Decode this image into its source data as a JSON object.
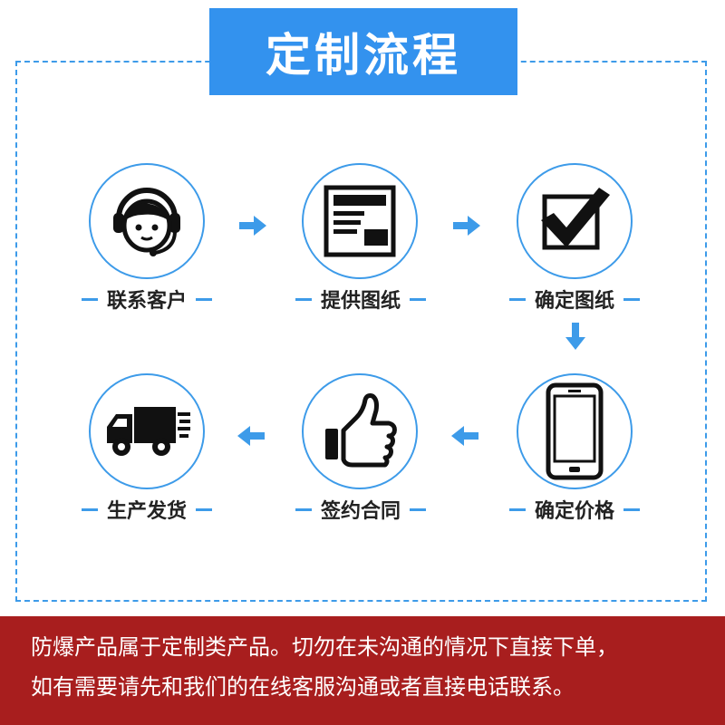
{
  "title": "定制流程",
  "steps": [
    {
      "label": "联系客户",
      "icon": "headset-agent-icon"
    },
    {
      "label": "提供图纸",
      "icon": "drawing-document-icon"
    },
    {
      "label": "确定图纸",
      "icon": "checkbox-check-icon"
    },
    {
      "label": "确定价格",
      "icon": "smartphone-icon"
    },
    {
      "label": "签约合同",
      "icon": "thumbs-up-icon"
    },
    {
      "label": "生产发货",
      "icon": "delivery-truck-icon"
    }
  ],
  "footer": {
    "line1": "防爆产品属于定制类产品。切勿在未沟通的情况下直接下单，",
    "line2": "如有需要请先和我们的在线客服沟通或者直接电话联系。"
  },
  "colors": {
    "accent": "#3392ee",
    "border": "#3d9be9",
    "footer_bg": "#a81e1e"
  }
}
